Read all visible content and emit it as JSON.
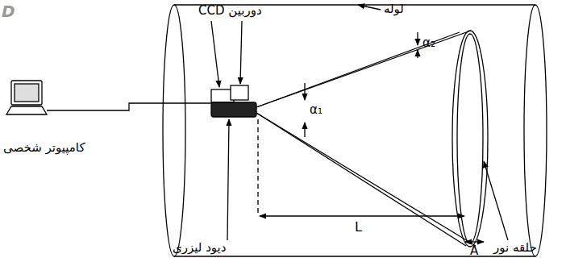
{
  "diagram": {
    "labels": [
      "D",
      "دوربین CCD",
      "لوله",
      "α₂",
      "α₁",
      "کامپیوتر شخصی",
      "دیود لیزری",
      "L",
      "A",
      "حلقه نور"
    ]
  }
}
